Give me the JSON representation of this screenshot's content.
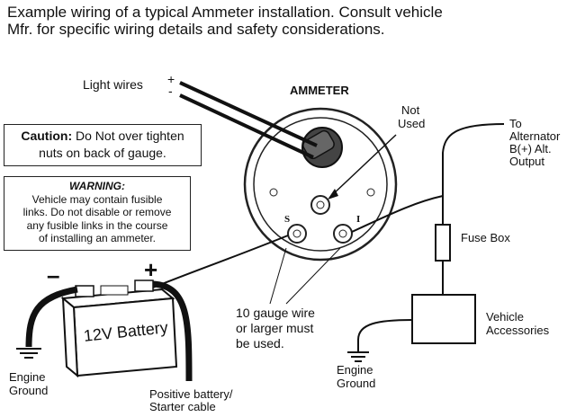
{
  "header": {
    "line1": "Example wiring of a typical Ammeter installation. Consult vehicle",
    "line2": "Mfr. for specific wiring details and safety considerations."
  },
  "labels": {
    "light_wires": "Light wires",
    "plus": "+",
    "minus": "-",
    "ammeter": "AMMETER",
    "not_used_1": "Not",
    "not_used_2": "Used",
    "to_alt_1": "To",
    "to_alt_2": "Alternator",
    "to_alt_3": "B(+) Alt.",
    "to_alt_4": "Output",
    "fuse_box": "Fuse Box",
    "vehicle_acc_1": "Vehicle",
    "vehicle_acc_2": "Accessories",
    "gauge_wire_1": "10 gauge wire",
    "gauge_wire_2": "or larger must",
    "gauge_wire_3": "be used.",
    "engine_ground_l1": "Engine",
    "engine_ground_l2": "Ground",
    "engine_ground_r1": "Engine",
    "engine_ground_r2": "Ground",
    "positive_cable_1": "Positive battery/",
    "positive_cable_2": "Starter cable",
    "battery": "12V Battery",
    "batt_minus": "–",
    "batt_plus": "+",
    "terminal_s": "S",
    "terminal_i": "I"
  },
  "caution": {
    "title": "Caution:",
    "line1_rest": " Do Not over tighten",
    "line2": "nuts on back of gauge."
  },
  "warning": {
    "title": "WARNING:",
    "line1": "Vehicle may contain fusible",
    "line2": "links. Do not disable or remove",
    "line3": "any fusible links in the course",
    "line4": "of installing an ammeter."
  }
}
